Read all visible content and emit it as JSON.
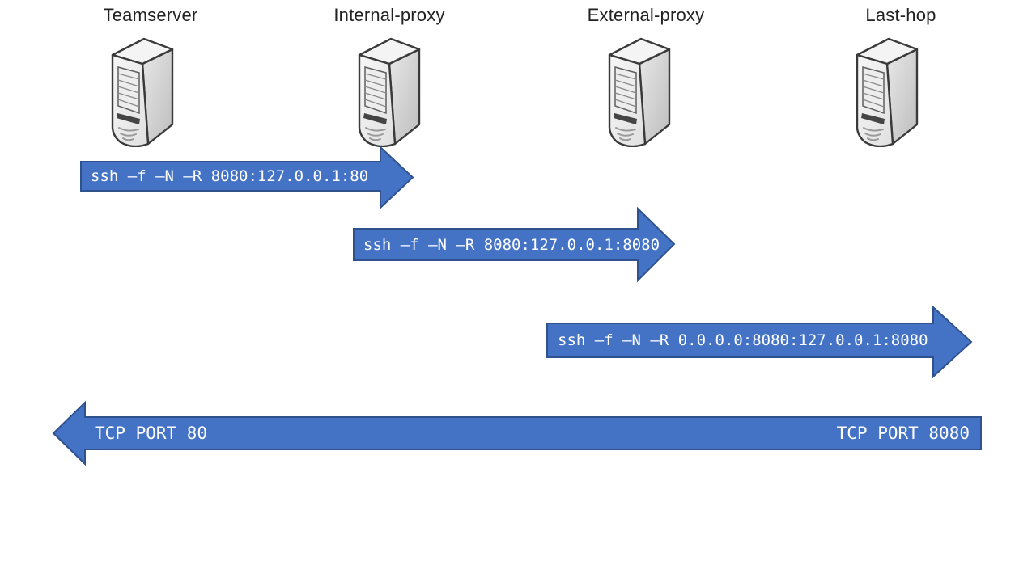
{
  "nodes": [
    {
      "label": "Teamserver"
    },
    {
      "label": "Internal-proxy"
    },
    {
      "label": "External-proxy"
    },
    {
      "label": "Last-hop"
    }
  ],
  "arrows": [
    {
      "direction": "right",
      "label": "ssh –f –N –R 8080:127.0.0.1:80"
    },
    {
      "direction": "right",
      "label": "ssh –f –N –R 8080:127.0.0.1:8080"
    },
    {
      "direction": "right",
      "label": "ssh –f –N –R 0.0.0.0:8080:127.0.0.1:8080"
    },
    {
      "direction": "left",
      "label_left": "TCP PORT 80",
      "label_right": "TCP PORT 8080"
    }
  ],
  "colors": {
    "arrow_fill": "#4472C4",
    "arrow_border": "#2F528F",
    "arrow_text": "#FFFFFF",
    "node_label_text": "#222222"
  }
}
